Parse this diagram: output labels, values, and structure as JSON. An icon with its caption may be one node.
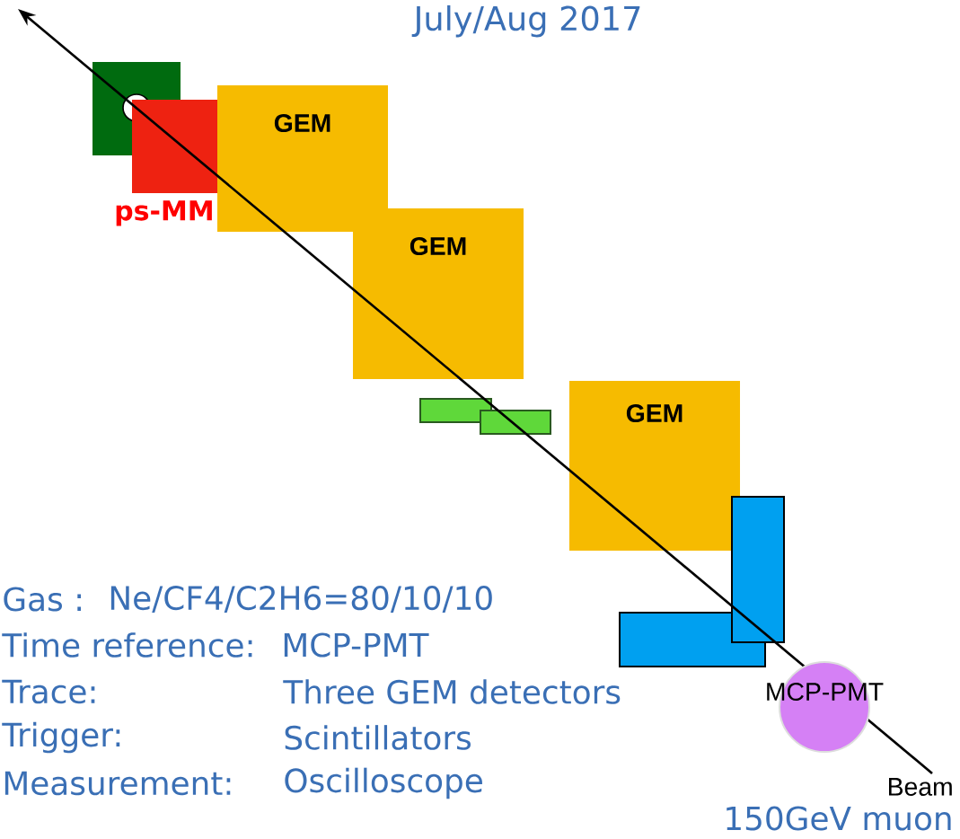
{
  "diagram": {
    "title": "July/Aug 2017",
    "nodes": [
      {
        "text": [],
        "shape": "box"
      },
      {
        "text": [],
        "shape": "box",
        "beside": [
          "ps-MM"
        ]
      },
      {
        "text": [
          "GEM"
        ]
      },
      {
        "text": [
          "GEM"
        ]
      },
      {
        "text": [],
        "shape": "box"
      },
      {
        "text": [],
        "shape": "box"
      },
      {
        "text": [
          "GEM"
        ]
      },
      {
        "text": [],
        "shape": "box"
      },
      {
        "text": [],
        "shape": "box"
      },
      {
        "text": [
          "MCP-PMT"
        ]
      }
    ],
    "labels": [
      "Gas :",
      "Ne/CF4/C2H6=80/10/10",
      "Time reference:",
      "MCP-PMT",
      "Trace:",
      "Three GEM detectors",
      "Trigger:",
      "Scintillators",
      "Measurement:",
      "Oscilloscope",
      "Beam",
      "150GeV muon"
    ]
  }
}
